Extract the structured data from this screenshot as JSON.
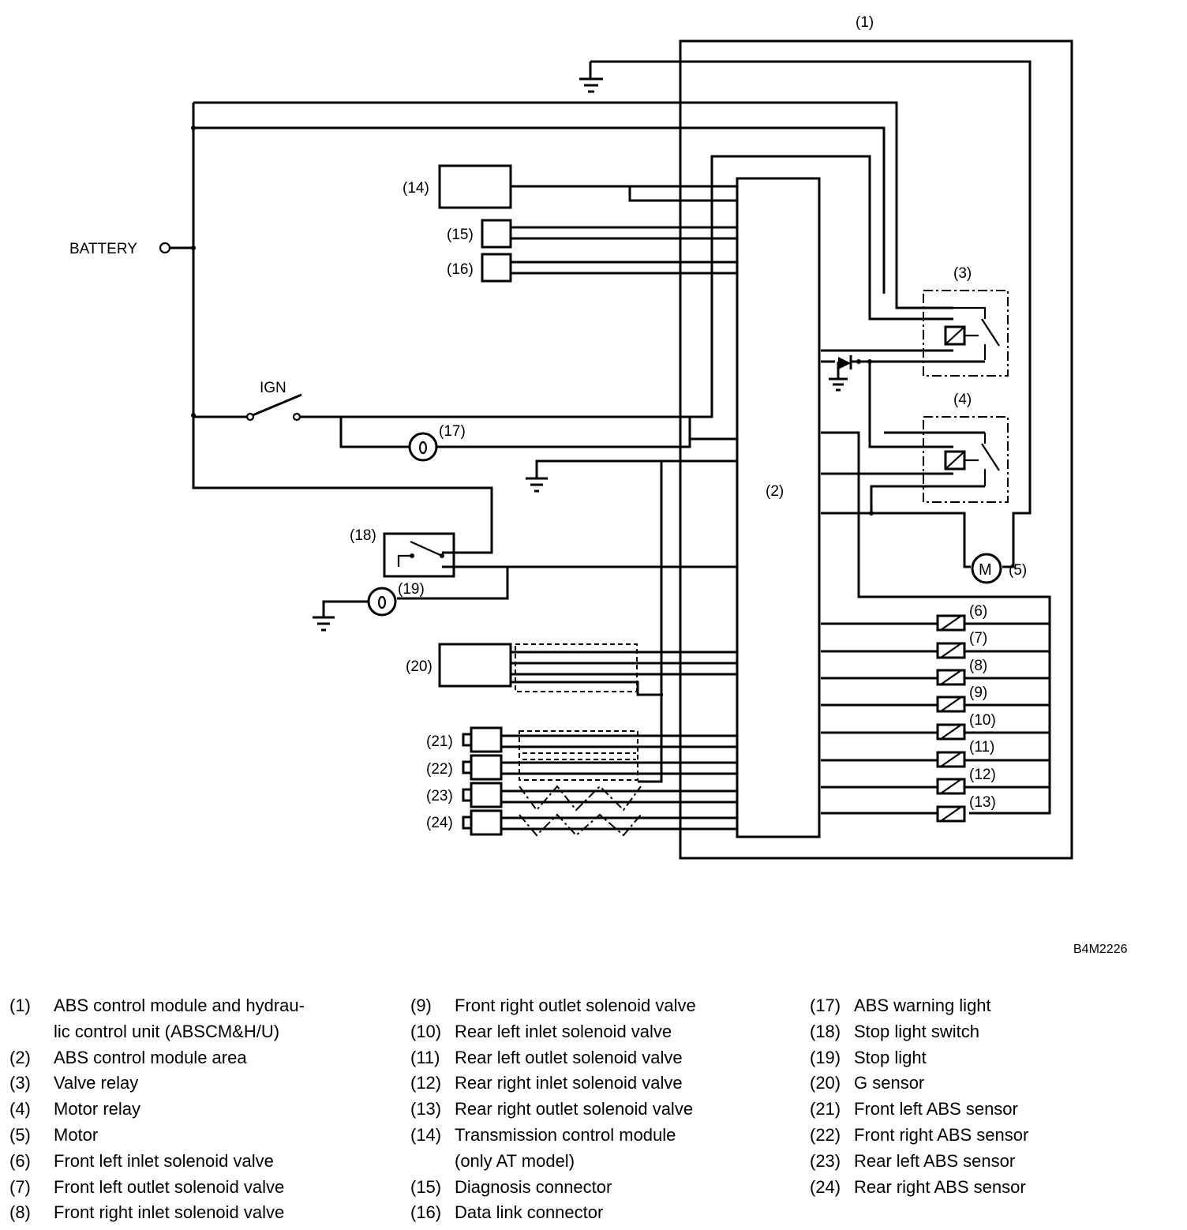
{
  "diagram": {
    "labels": {
      "unit_1": "(1)",
      "area_2": "(2)",
      "relay_3": "(3)",
      "relay_4": "(4)",
      "motor_5": "(5)",
      "motor_symbol": "M",
      "valve_6": "(6)",
      "valve_7": "(7)",
      "valve_8": "(8)",
      "valve_9": "(9)",
      "valve_10": "(10)",
      "valve_11": "(11)",
      "valve_12": "(12)",
      "valve_13": "(13)",
      "tcm_14": "(14)",
      "diag_15": "(15)",
      "dlc_16": "(16)",
      "warning_17": "(17)",
      "stopswitch_18": "(18)",
      "stoplight_19": "(19)",
      "gsensor_20": "(20)",
      "sensor_21": "(21)",
      "sensor_22": "(22)",
      "sensor_23": "(23)",
      "sensor_24": "(24)",
      "battery": "BATTERY",
      "ign": "IGN"
    },
    "figure_code": "B4M2226"
  },
  "legend": {
    "column_1": [
      {
        "num": "(1)",
        "text": "ABS control module and hydrau-\nlic control unit (ABSCM&H/U)"
      },
      {
        "num": "(2)",
        "text": "ABS control module area"
      },
      {
        "num": "(3)",
        "text": "Valve relay"
      },
      {
        "num": "(4)",
        "text": "Motor relay"
      },
      {
        "num": "(5)",
        "text": "Motor"
      },
      {
        "num": "(6)",
        "text": "Front left inlet solenoid valve"
      },
      {
        "num": "(7)",
        "text": "Front left outlet solenoid valve"
      },
      {
        "num": "(8)",
        "text": "Front right inlet solenoid valve"
      }
    ],
    "column_2": [
      {
        "num": "(9)",
        "text": "Front right outlet solenoid valve"
      },
      {
        "num": "(10)",
        "text": "Rear left inlet solenoid valve"
      },
      {
        "num": "(11)",
        "text": "Rear left outlet solenoid valve"
      },
      {
        "num": "(12)",
        "text": "Rear right inlet solenoid valve"
      },
      {
        "num": "(13)",
        "text": "Rear right outlet solenoid valve"
      },
      {
        "num": "(14)",
        "text": "Transmission control module\n(only AT model)"
      },
      {
        "num": "(15)",
        "text": "Diagnosis connector"
      },
      {
        "num": "(16)",
        "text": "Data link connector"
      }
    ],
    "column_3": [
      {
        "num": "(17)",
        "text": "ABS warning light"
      },
      {
        "num": "(18)",
        "text": "Stop light switch"
      },
      {
        "num": "(19)",
        "text": "Stop light"
      },
      {
        "num": "(20)",
        "text": "G sensor"
      },
      {
        "num": "(21)",
        "text": "Front left ABS sensor"
      },
      {
        "num": "(22)",
        "text": "Front right ABS sensor"
      },
      {
        "num": "(23)",
        "text": "Rear left ABS sensor"
      },
      {
        "num": "(24)",
        "text": "Rear right ABS sensor"
      }
    ]
  }
}
